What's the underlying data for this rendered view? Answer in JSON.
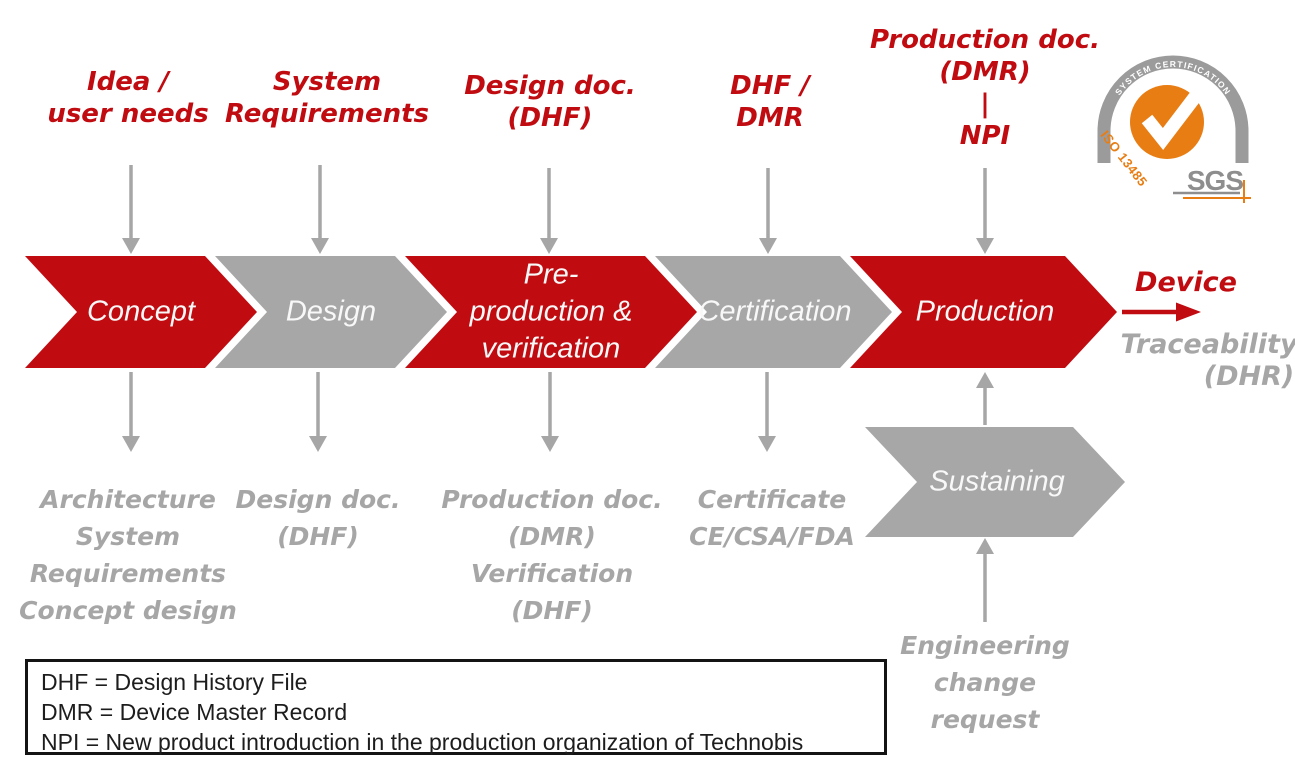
{
  "diagram": {
    "stage_inputs": [
      {
        "lines": [
          "Idea /",
          "user needs"
        ]
      },
      {
        "lines": [
          "System",
          "Requirements"
        ]
      },
      {
        "lines": [
          "Design doc.",
          "(DHF)"
        ]
      },
      {
        "lines": [
          "DHF /",
          "DMR"
        ]
      },
      {
        "lines": [
          "Production doc.",
          "(DMR)",
          "|",
          "NPI"
        ]
      }
    ],
    "stages": [
      {
        "label_lines": [
          "Concept"
        ],
        "color": "#c00b11"
      },
      {
        "label_lines": [
          "Design"
        ],
        "color": "#a7a7a7"
      },
      {
        "label_lines": [
          "Pre-",
          "production &",
          "verification"
        ],
        "color": "#c00b11"
      },
      {
        "label_lines": [
          "Certification"
        ],
        "color": "#a7a7a7"
      },
      {
        "label_lines": [
          "Production"
        ],
        "color": "#c00b11"
      }
    ],
    "stage_outputs": [
      {
        "lines": [
          "Architecture",
          "System",
          "Requirements",
          "Concept design"
        ]
      },
      {
        "lines": [
          "Design doc.",
          "(DHF)"
        ]
      },
      {
        "lines": [
          "Production doc.",
          "(DMR)",
          "Verification",
          "(DHF)"
        ]
      },
      {
        "lines": [
          "Certificate",
          "CE/CSA/FDA"
        ]
      }
    ],
    "sustaining": {
      "label": "Sustaining"
    },
    "engineering_change": {
      "lines": [
        "Engineering",
        "change",
        "request"
      ]
    },
    "device": {
      "label": "Device",
      "traceability": "Traceability",
      "dhr": "(DHR)"
    }
  },
  "legend": {
    "lines": [
      "DHF = Design History File",
      "DMR = Device Master Record",
      "NPI = New product introduction in the production organization of Technobis"
    ]
  },
  "logo": {
    "arc_text": "SYSTEM CERTIFICATION",
    "standard": "ISO 13485",
    "brand": "SGS"
  },
  "colors": {
    "accent_red": "#c00b11",
    "gray": "#a6a6a6",
    "logo_orange": "#e87d13",
    "logo_gray": "#9b9b9b"
  }
}
